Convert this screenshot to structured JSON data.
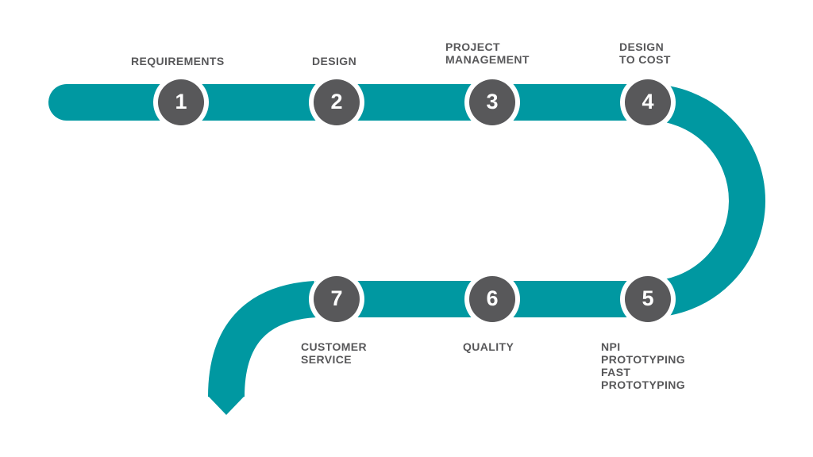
{
  "colors": {
    "track": "#0098a1",
    "node_fill": "#58585a",
    "node_ring": "#ffffff",
    "label_text": "#58585a",
    "background": "#ffffff"
  },
  "steps": [
    {
      "number": "1",
      "label_lines": [
        "REQUIREMENTS"
      ]
    },
    {
      "number": "2",
      "label_lines": [
        "DESIGN"
      ]
    },
    {
      "number": "3",
      "label_lines": [
        "PROJECT",
        "MANAGEMENT"
      ]
    },
    {
      "number": "4",
      "label_lines": [
        "DESIGN",
        "TO COST"
      ]
    },
    {
      "number": "5",
      "label_lines": [
        "NPI",
        "PROTOTYPING",
        "FAST",
        "PROTOTYPING"
      ]
    },
    {
      "number": "6",
      "label_lines": [
        "QUALITY"
      ]
    },
    {
      "number": "7",
      "label_lines": [
        "CUSTOMER",
        "SERVICE"
      ]
    }
  ]
}
